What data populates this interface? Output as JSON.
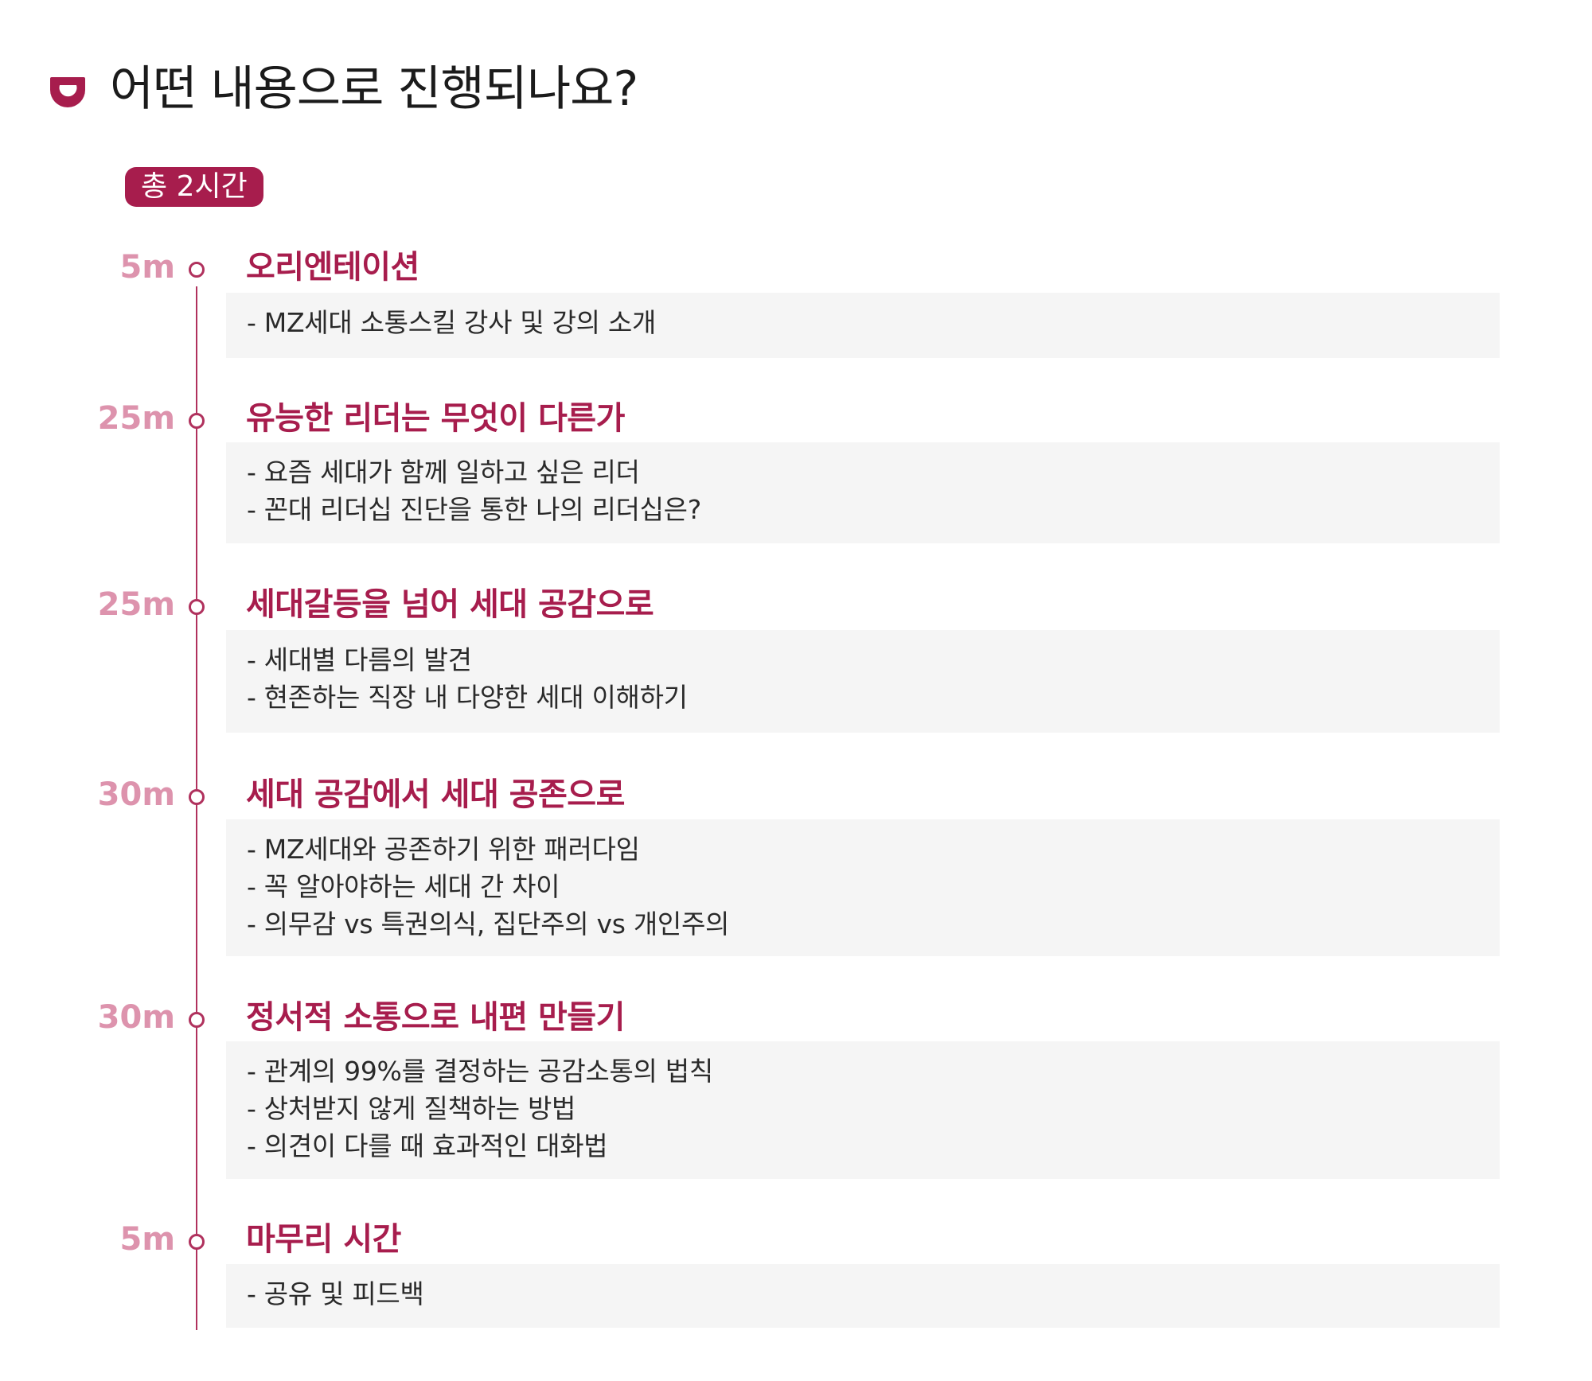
{
  "header": {
    "title": "어떤 내용으로 진행되나요?",
    "logo_icon": "red-ring-logo-icon",
    "accent_color": "#a71d4d"
  },
  "badge": {
    "label": "총 2시간"
  },
  "sections": [
    {
      "duration": "5m",
      "title": "오리엔테이션",
      "lines": [
        "- MZ세대 소통스킬 강사 및 강의 소개"
      ]
    },
    {
      "duration": "25m",
      "title": "유능한 리더는 무엇이 다른가",
      "lines": [
        "- 요즘 세대가 함께 일하고 싶은 리더",
        "- 꼰대 리더십 진단을 통한 나의 리더십은?"
      ]
    },
    {
      "duration": "25m",
      "title": "세대갈등을 넘어 세대 공감으로",
      "lines": [
        "- 세대별 다름의 발견",
        "- 현존하는 직장 내 다양한 세대 이해하기"
      ]
    },
    {
      "duration": "30m",
      "title": "세대 공감에서 세대 공존으로",
      "lines": [
        "- MZ세대와 공존하기 위한 패러다임",
        "- 꼭 알아야하는 세대 간 차이",
        "- 의무감 vs 특권의식, 집단주의 vs 개인주의"
      ]
    },
    {
      "duration": "30m",
      "title": "정서적 소통으로 내편 만들기",
      "lines": [
        "- 관계의 99%를 결정하는 공감소통의 법칙",
        "- 상처받지 않게 질책하는 방법",
        "- 의견이 다를 때 효과적인 대화법"
      ]
    },
    {
      "duration": "5m",
      "title": "마무리 시간",
      "lines": [
        "- 공유 및 피드백"
      ]
    }
  ]
}
